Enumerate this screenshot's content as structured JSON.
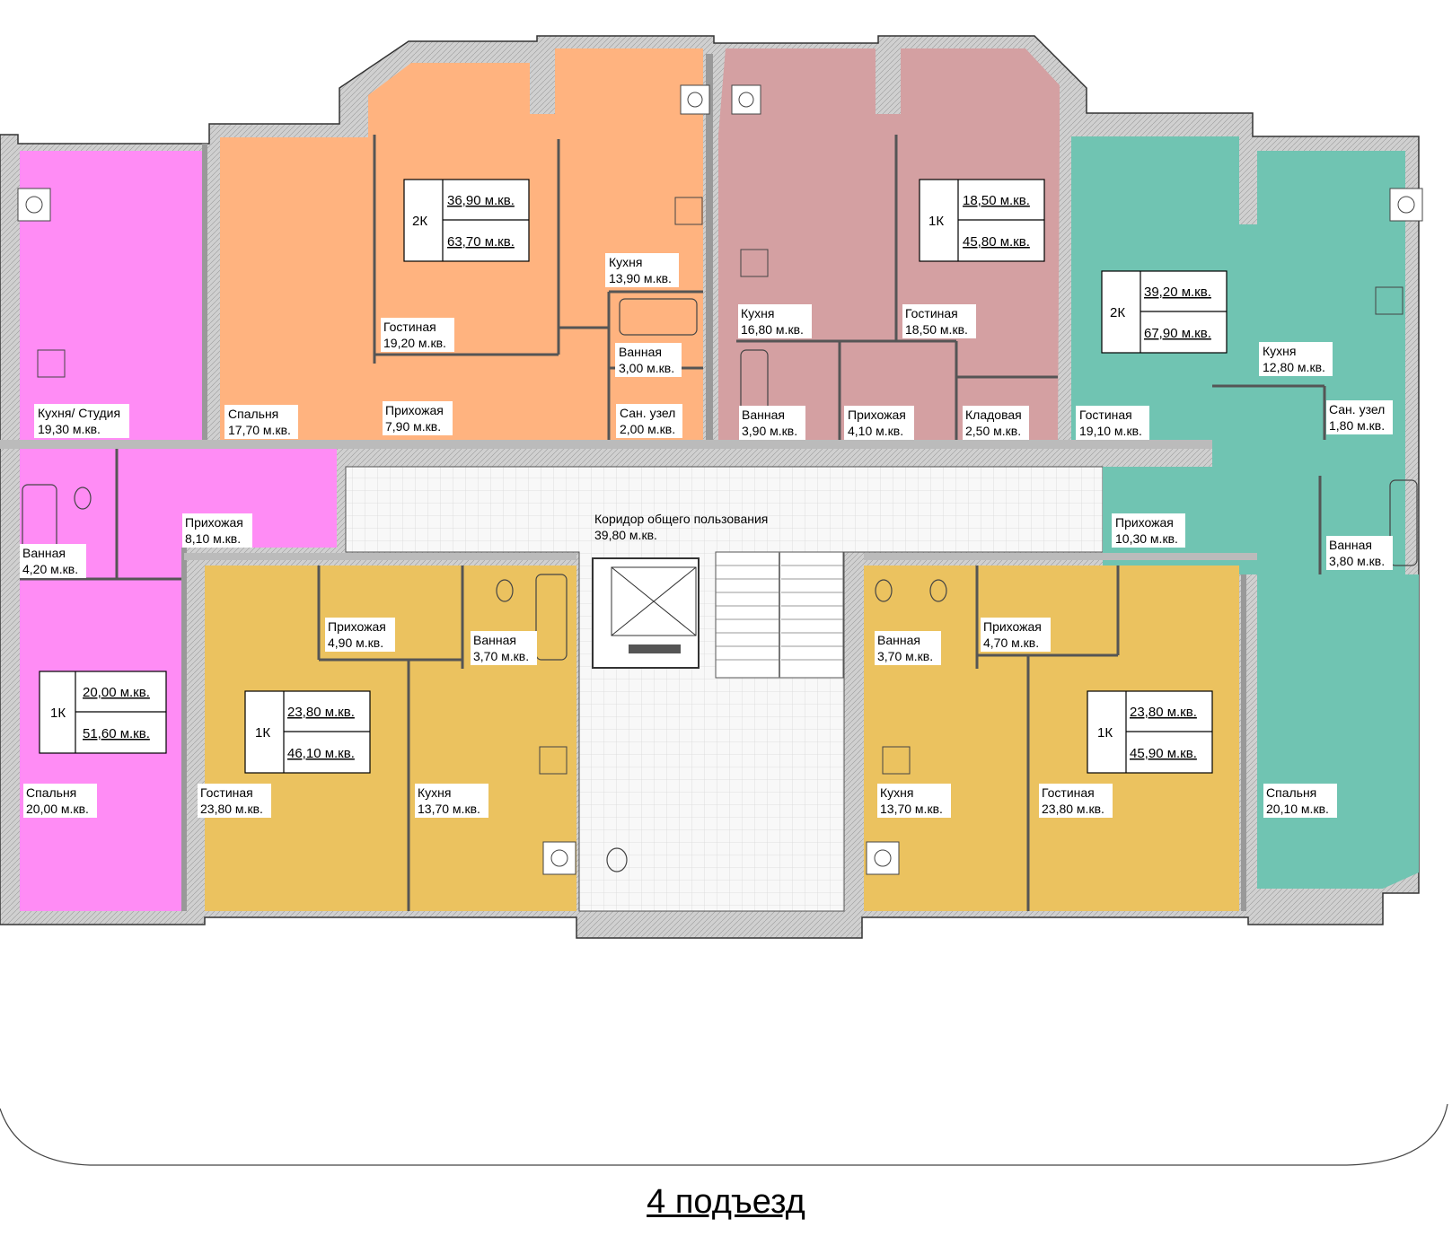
{
  "caption": "4 подъезд",
  "colors": {
    "pink": "#ff8cf5",
    "orange": "#ffb37f",
    "rose": "#d4a0a2",
    "teal": "#70c4b2",
    "yellow": "#ebc25f",
    "corridor": "#f7f7f7",
    "wall": "#cccccc",
    "wall_stroke": "#333333"
  },
  "corridor": {
    "name": "Коридор общего пользования",
    "area": "39,80 м.кв."
  },
  "apartments": [
    {
      "id": "pink",
      "type": "1К",
      "living": "20,00 м.кв.",
      "total": "51,60 м.кв.",
      "rooms": [
        {
          "name": "Кухня/ Студия",
          "area": "19,30 м.кв."
        },
        {
          "name": "Ванная",
          "area": "4,20 м.кв."
        },
        {
          "name": "Прихожая",
          "area": "8,10 м.кв."
        },
        {
          "name": "Спальня",
          "area": "20,00 м.кв."
        }
      ]
    },
    {
      "id": "orange",
      "type": "2К",
      "living": "36,90 м.кв.",
      "total": "63,70 м.кв.",
      "rooms": [
        {
          "name": "Спальня",
          "area": "17,70 м.кв."
        },
        {
          "name": "Гостиная",
          "area": "19,20 м.кв."
        },
        {
          "name": "Кухня",
          "area": "13,90 м.кв."
        },
        {
          "name": "Ванная",
          "area": "3,00 м.кв."
        },
        {
          "name": "Сан. узел",
          "area": "2,00 м.кв."
        },
        {
          "name": "Прихожая",
          "area": "7,90 м.кв."
        }
      ]
    },
    {
      "id": "rose",
      "type": "1К",
      "living": "18,50 м.кв.",
      "total": "45,80 м.кв.",
      "rooms": [
        {
          "name": "Кухня",
          "area": "16,80 м.кв."
        },
        {
          "name": "Гостиная",
          "area": "18,50 м.кв."
        },
        {
          "name": "Ванная",
          "area": "3,90 м.кв."
        },
        {
          "name": "Прихожая",
          "area": "4,10 м.кв."
        },
        {
          "name": "Кладовая",
          "area": "2,50 м.кв."
        }
      ]
    },
    {
      "id": "teal",
      "type": "2К",
      "living": "39,20 м.кв.",
      "total": "67,90 м.кв.",
      "rooms": [
        {
          "name": "Гостиная",
          "area": "19,10 м.кв."
        },
        {
          "name": "Кухня",
          "area": "12,80 м.кв."
        },
        {
          "name": "Сан. узел",
          "area": "1,80 м.кв."
        },
        {
          "name": "Прихожая",
          "area": "10,30 м.кв."
        },
        {
          "name": "Ванная",
          "area": "3,80 м.кв."
        },
        {
          "name": "Спальня",
          "area": "20,10 м.кв."
        }
      ]
    },
    {
      "id": "yellow-left",
      "type": "1К",
      "living": "23,80 м.кв.",
      "total": "46,10 м.кв.",
      "rooms": [
        {
          "name": "Прихожая",
          "area": "4,90 м.кв."
        },
        {
          "name": "Ванная",
          "area": "3,70 м.кв."
        },
        {
          "name": "Гостиная",
          "area": "23,80 м.кв."
        },
        {
          "name": "Кухня",
          "area": "13,70 м.кв."
        }
      ]
    },
    {
      "id": "yellow-right",
      "type": "1К",
      "living": "23,80 м.кв.",
      "total": "45,90 м.кв.",
      "rooms": [
        {
          "name": "Ванная",
          "area": "3,70 м.кв."
        },
        {
          "name": "Прихожая",
          "area": "4,70 м.кв."
        },
        {
          "name": "Кухня",
          "area": "13,70 м.кв."
        },
        {
          "name": "Гостиная",
          "area": "23,80 м.кв."
        }
      ]
    }
  ]
}
